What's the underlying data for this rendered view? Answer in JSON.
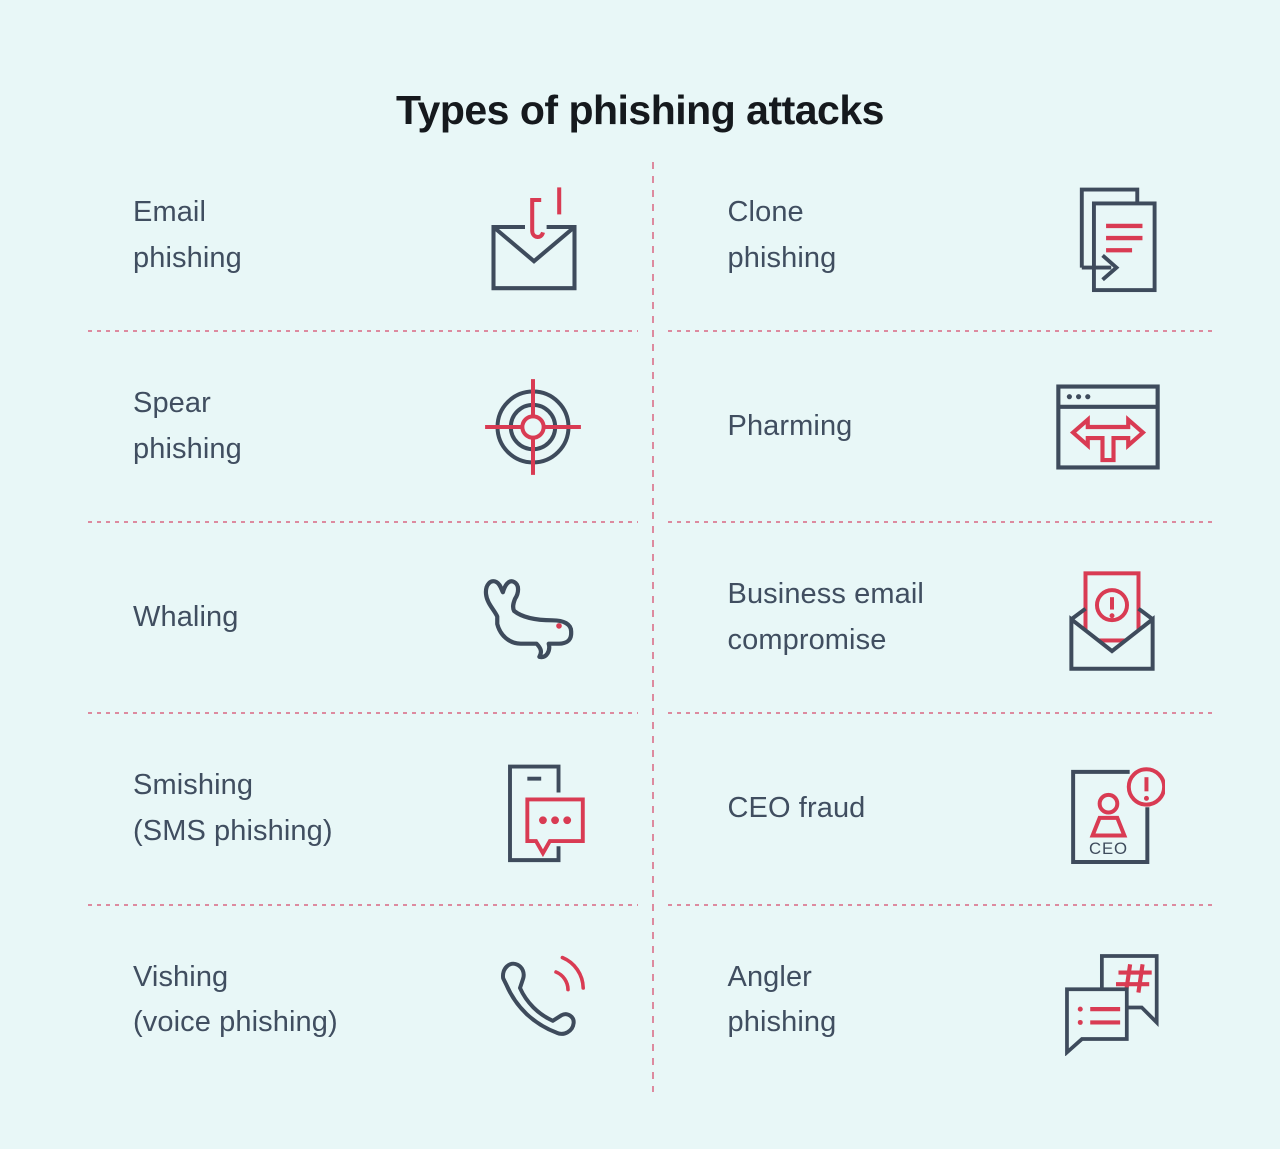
{
  "title": "Types of phishing attacks",
  "colors": {
    "background": "#e8f7f7",
    "dark": "#3e4b5c",
    "text": "#404e60",
    "accent_red": "#d93b53",
    "divider_pink": "#dd8a9f",
    "title": "#15191d"
  },
  "grid": {
    "columns": 2,
    "rows": 5
  },
  "items": [
    {
      "label": "Email\nphishing",
      "icon": "email-phishing-icon"
    },
    {
      "label": "Clone\nphishing",
      "icon": "clone-phishing-icon"
    },
    {
      "label": "Spear\nphishing",
      "icon": "spear-phishing-icon"
    },
    {
      "label": "Pharming",
      "icon": "pharming-icon"
    },
    {
      "label": "Whaling",
      "icon": "whaling-icon"
    },
    {
      "label": "Business email\ncompromise",
      "icon": "business-email-compromise-icon"
    },
    {
      "label": "Smishing\n(SMS phishing)",
      "icon": "smishing-icon"
    },
    {
      "label": "CEO fraud",
      "icon": "ceo-fraud-icon"
    },
    {
      "label": "Vishing\n(voice phishing)",
      "icon": "vishing-icon"
    },
    {
      "label": "Angler\nphishing",
      "icon": "angler-phishing-icon"
    }
  ],
  "icon_labels": {
    "ceo_badge": "CEO"
  }
}
